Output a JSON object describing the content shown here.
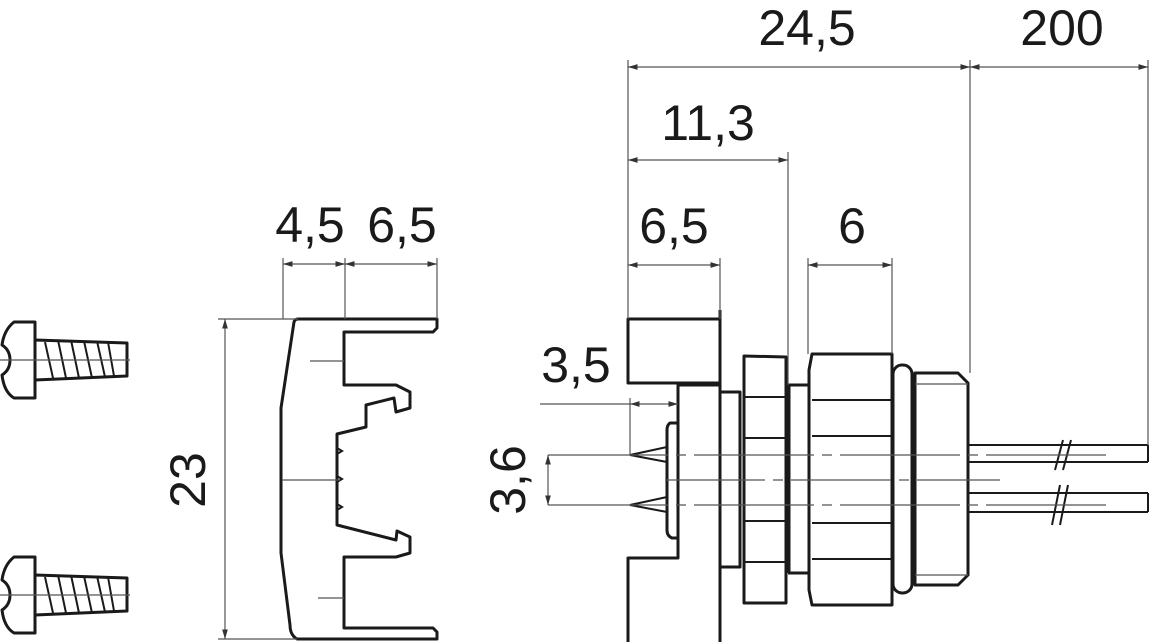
{
  "drawing": {
    "dimensions": {
      "overall_length": "24,5",
      "cable_length": "200",
      "flange_to_nut": "11,3",
      "block_width": "6,5",
      "nut_width": "6",
      "pin_length": "3,5",
      "pin_spacing": "3,6",
      "clip_inner": "4,5",
      "clip_outer": "6,5",
      "clip_height": "23"
    }
  }
}
